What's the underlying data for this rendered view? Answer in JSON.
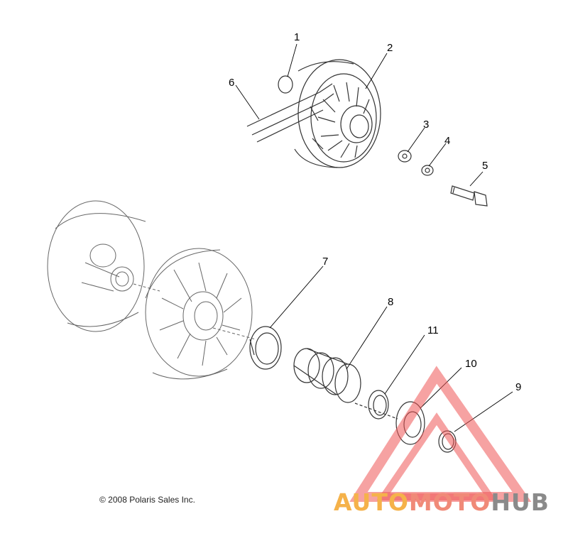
{
  "callouts": [
    "1",
    "2",
    "3",
    "4",
    "5",
    "6",
    "7",
    "8",
    "9",
    "10",
    "11"
  ],
  "copyright": "© 2008 Polaris Sales Inc.",
  "watermark": {
    "part1": "AUTO",
    "part2": "MOTO",
    "part3": "HUB",
    "colors": {
      "auto": "#f5b24a",
      "moto": "#f08a78",
      "hub": "#8a8a8a",
      "triangle": "#ee5555"
    }
  }
}
